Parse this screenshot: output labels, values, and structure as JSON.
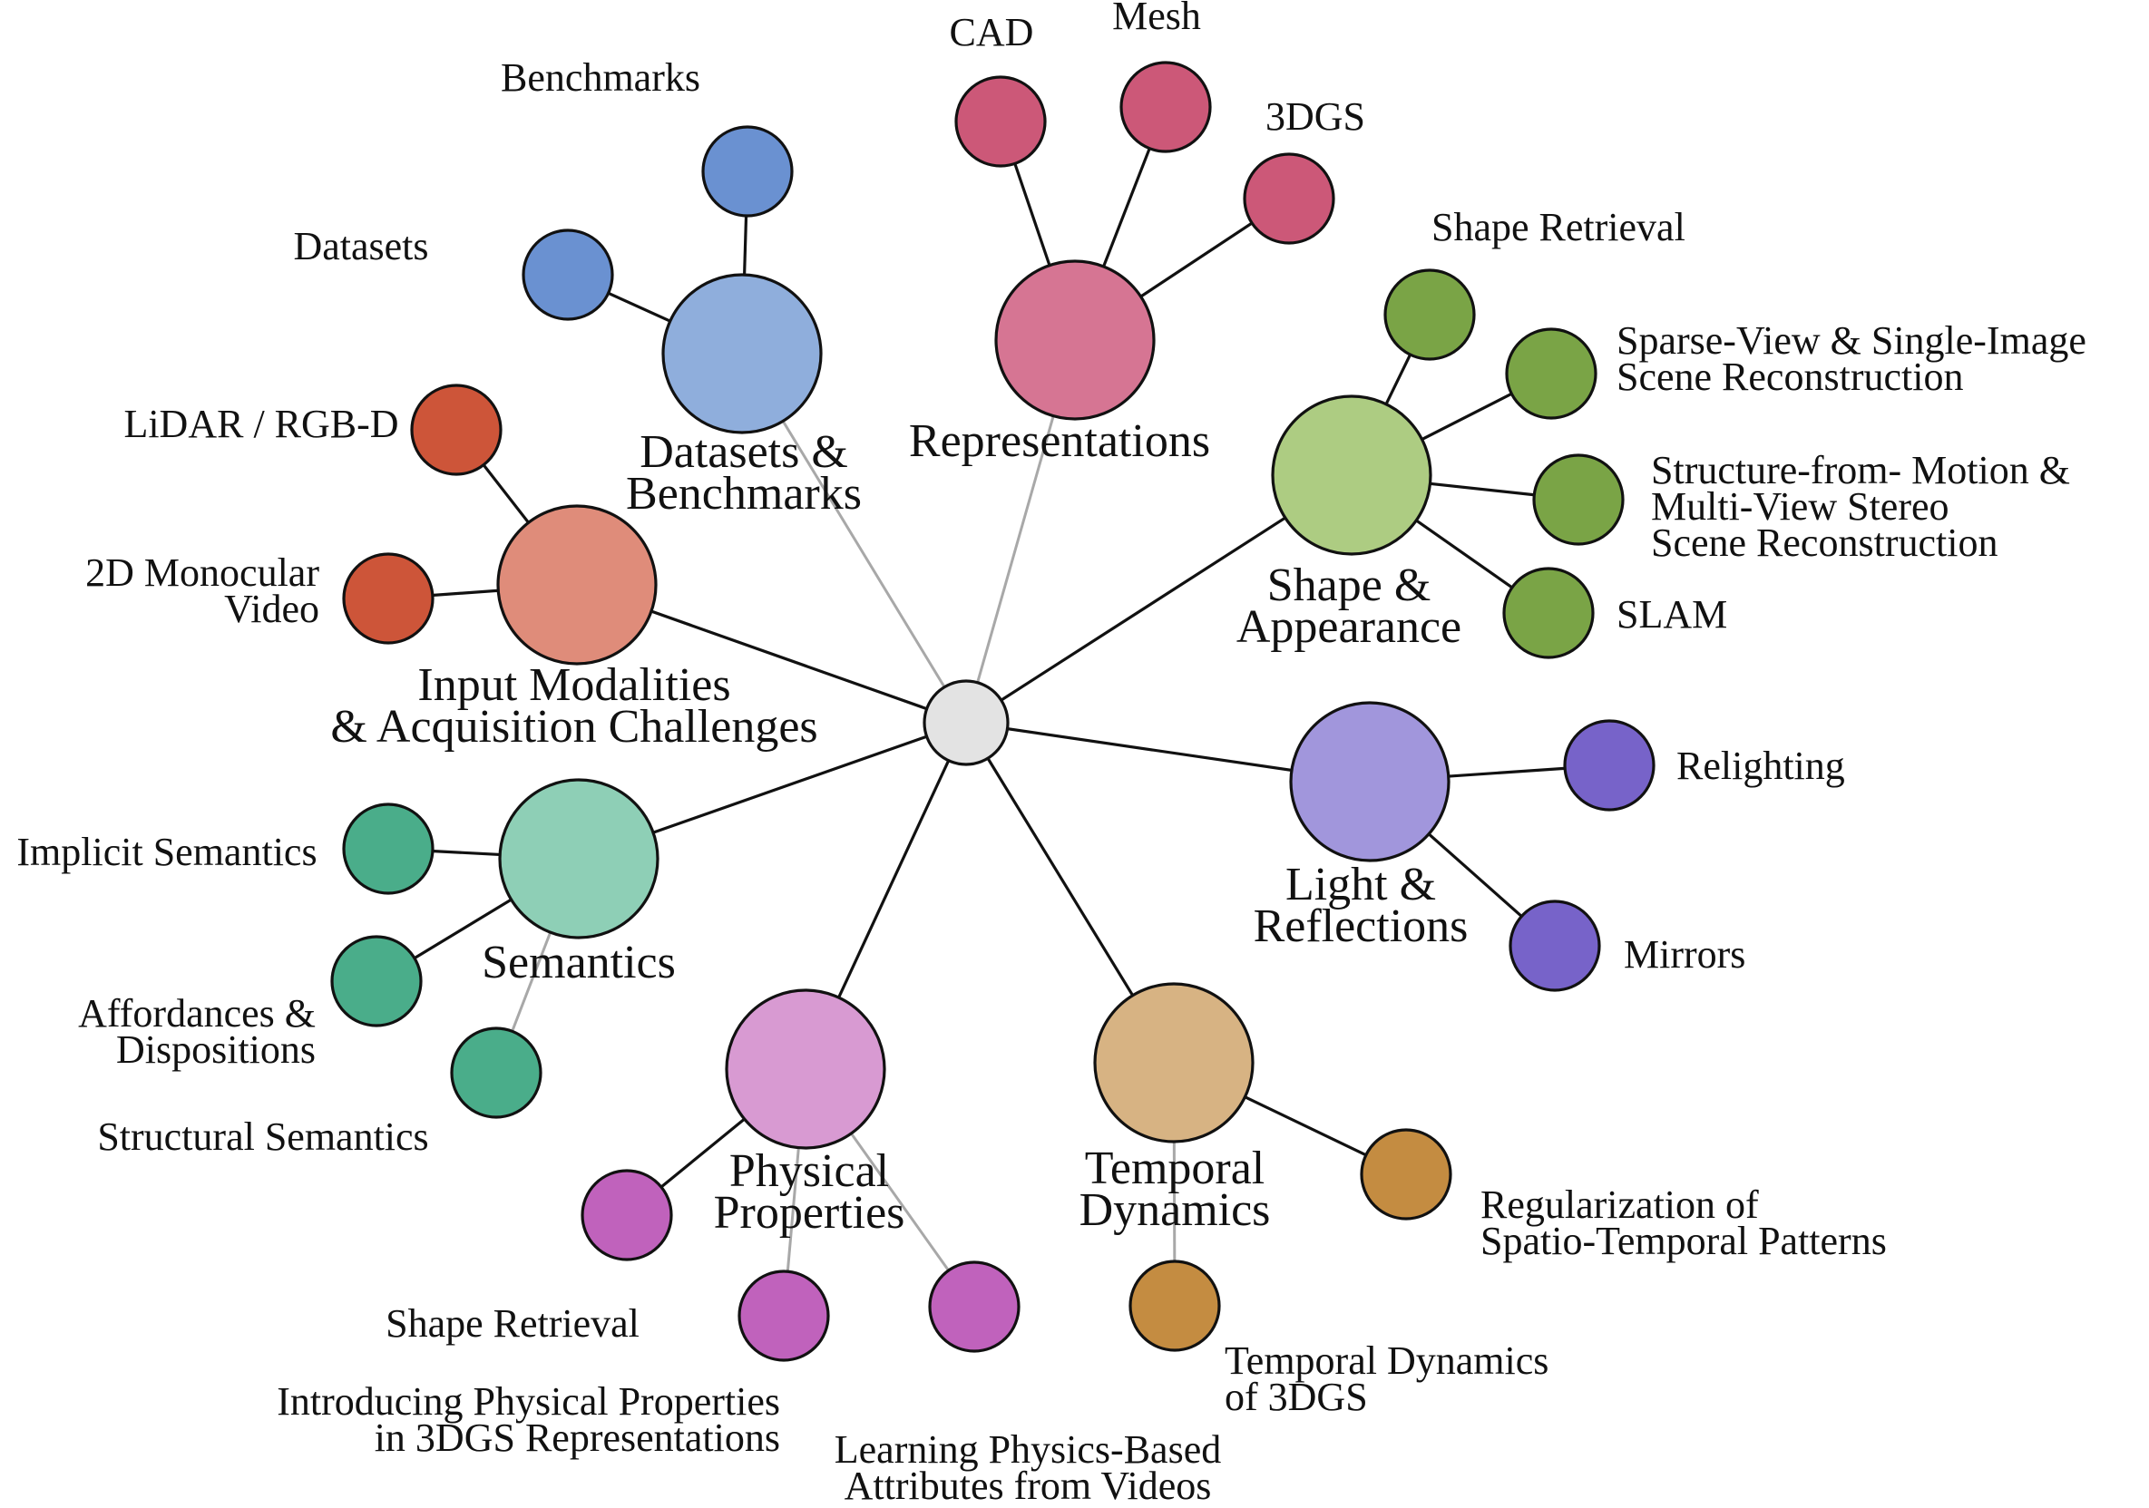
{
  "center": {
    "color": "#e3e3e3"
  },
  "hubs": [
    {
      "id": "datasets-benchmarks",
      "label": [
        "Datasets &",
        "Benchmarks"
      ],
      "color": "#8faedc",
      "children": [
        {
          "label": [
            "Benchmarks"
          ],
          "color": "#6a91d1"
        },
        {
          "label": [
            "Datasets"
          ],
          "color": "#6a91d1"
        }
      ]
    },
    {
      "id": "representations",
      "label": [
        "Representations"
      ],
      "color": "#d67593",
      "children": [
        {
          "label": [
            "CAD"
          ],
          "color": "#cc5878"
        },
        {
          "label": [
            "Mesh"
          ],
          "color": "#cc5878"
        },
        {
          "label": [
            "3DGS"
          ],
          "color": "#cc5878"
        }
      ]
    },
    {
      "id": "shape-appearance",
      "label": [
        "Shape &",
        "Appearance"
      ],
      "color": "#adcc82",
      "children": [
        {
          "label": [
            "Shape Retrieval"
          ],
          "color": "#7aa446"
        },
        {
          "label": [
            "Sparse-View & Single-Image",
            "Scene Reconstruction"
          ],
          "color": "#7aa446"
        },
        {
          "label": [
            "Structure-from- Motion &",
            "Multi-View Stereo",
            "Scene Reconstruction"
          ],
          "color": "#7aa446"
        },
        {
          "label": [
            "SLAM"
          ],
          "color": "#7aa446"
        }
      ]
    },
    {
      "id": "light-reflections",
      "label": [
        "Light &",
        "Reflections"
      ],
      "color": "#a196dc",
      "children": [
        {
          "label": [
            "Relighting"
          ],
          "color": "#7763c9"
        },
        {
          "label": [
            "Mirrors"
          ],
          "color": "#7763c9"
        }
      ]
    },
    {
      "id": "temporal-dynamics",
      "label": [
        "Temporal",
        "Dynamics"
      ],
      "color": "#d7b383",
      "children": [
        {
          "label": [
            "Regularization of",
            "Spatio-Temporal Patterns"
          ],
          "color": "#c48c41"
        },
        {
          "label": [
            "Temporal Dynamics",
            "of 3DGS"
          ],
          "color": "#c48c41"
        }
      ]
    },
    {
      "id": "physical-properties",
      "label": [
        "Physical",
        "Properties"
      ],
      "color": "#d89ad2",
      "children": [
        {
          "label": [
            "Shape Retrieval"
          ],
          "color": "#c062bc"
        },
        {
          "label": [
            "Introducing Physical Properties",
            "in 3DGS Representations"
          ],
          "color": "#c062bc"
        },
        {
          "label": [
            "Learning Physics-Based",
            "Attributes from Videos"
          ],
          "color": "#c062bc"
        }
      ]
    },
    {
      "id": "semantics",
      "label": [
        "Semantics"
      ],
      "color": "#8ecfb6",
      "children": [
        {
          "label": [
            "Implicit Semantics"
          ],
          "color": "#4aad8a"
        },
        {
          "label": [
            "Affordances &",
            "Dispositions"
          ],
          "color": "#4aad8a"
        },
        {
          "label": [
            "Structural Semantics"
          ],
          "color": "#4aad8a"
        }
      ]
    },
    {
      "id": "input-modalities",
      "label": [
        "Input Modalities",
        "& Acquisition Challenges"
      ],
      "color": "#df8c7a",
      "children": [
        {
          "label": [
            "LiDAR / RGB-D"
          ],
          "color": "#cd5539"
        },
        {
          "label": [
            "2D Monocular",
            "Video"
          ],
          "color": "#cd5539"
        }
      ]
    }
  ]
}
